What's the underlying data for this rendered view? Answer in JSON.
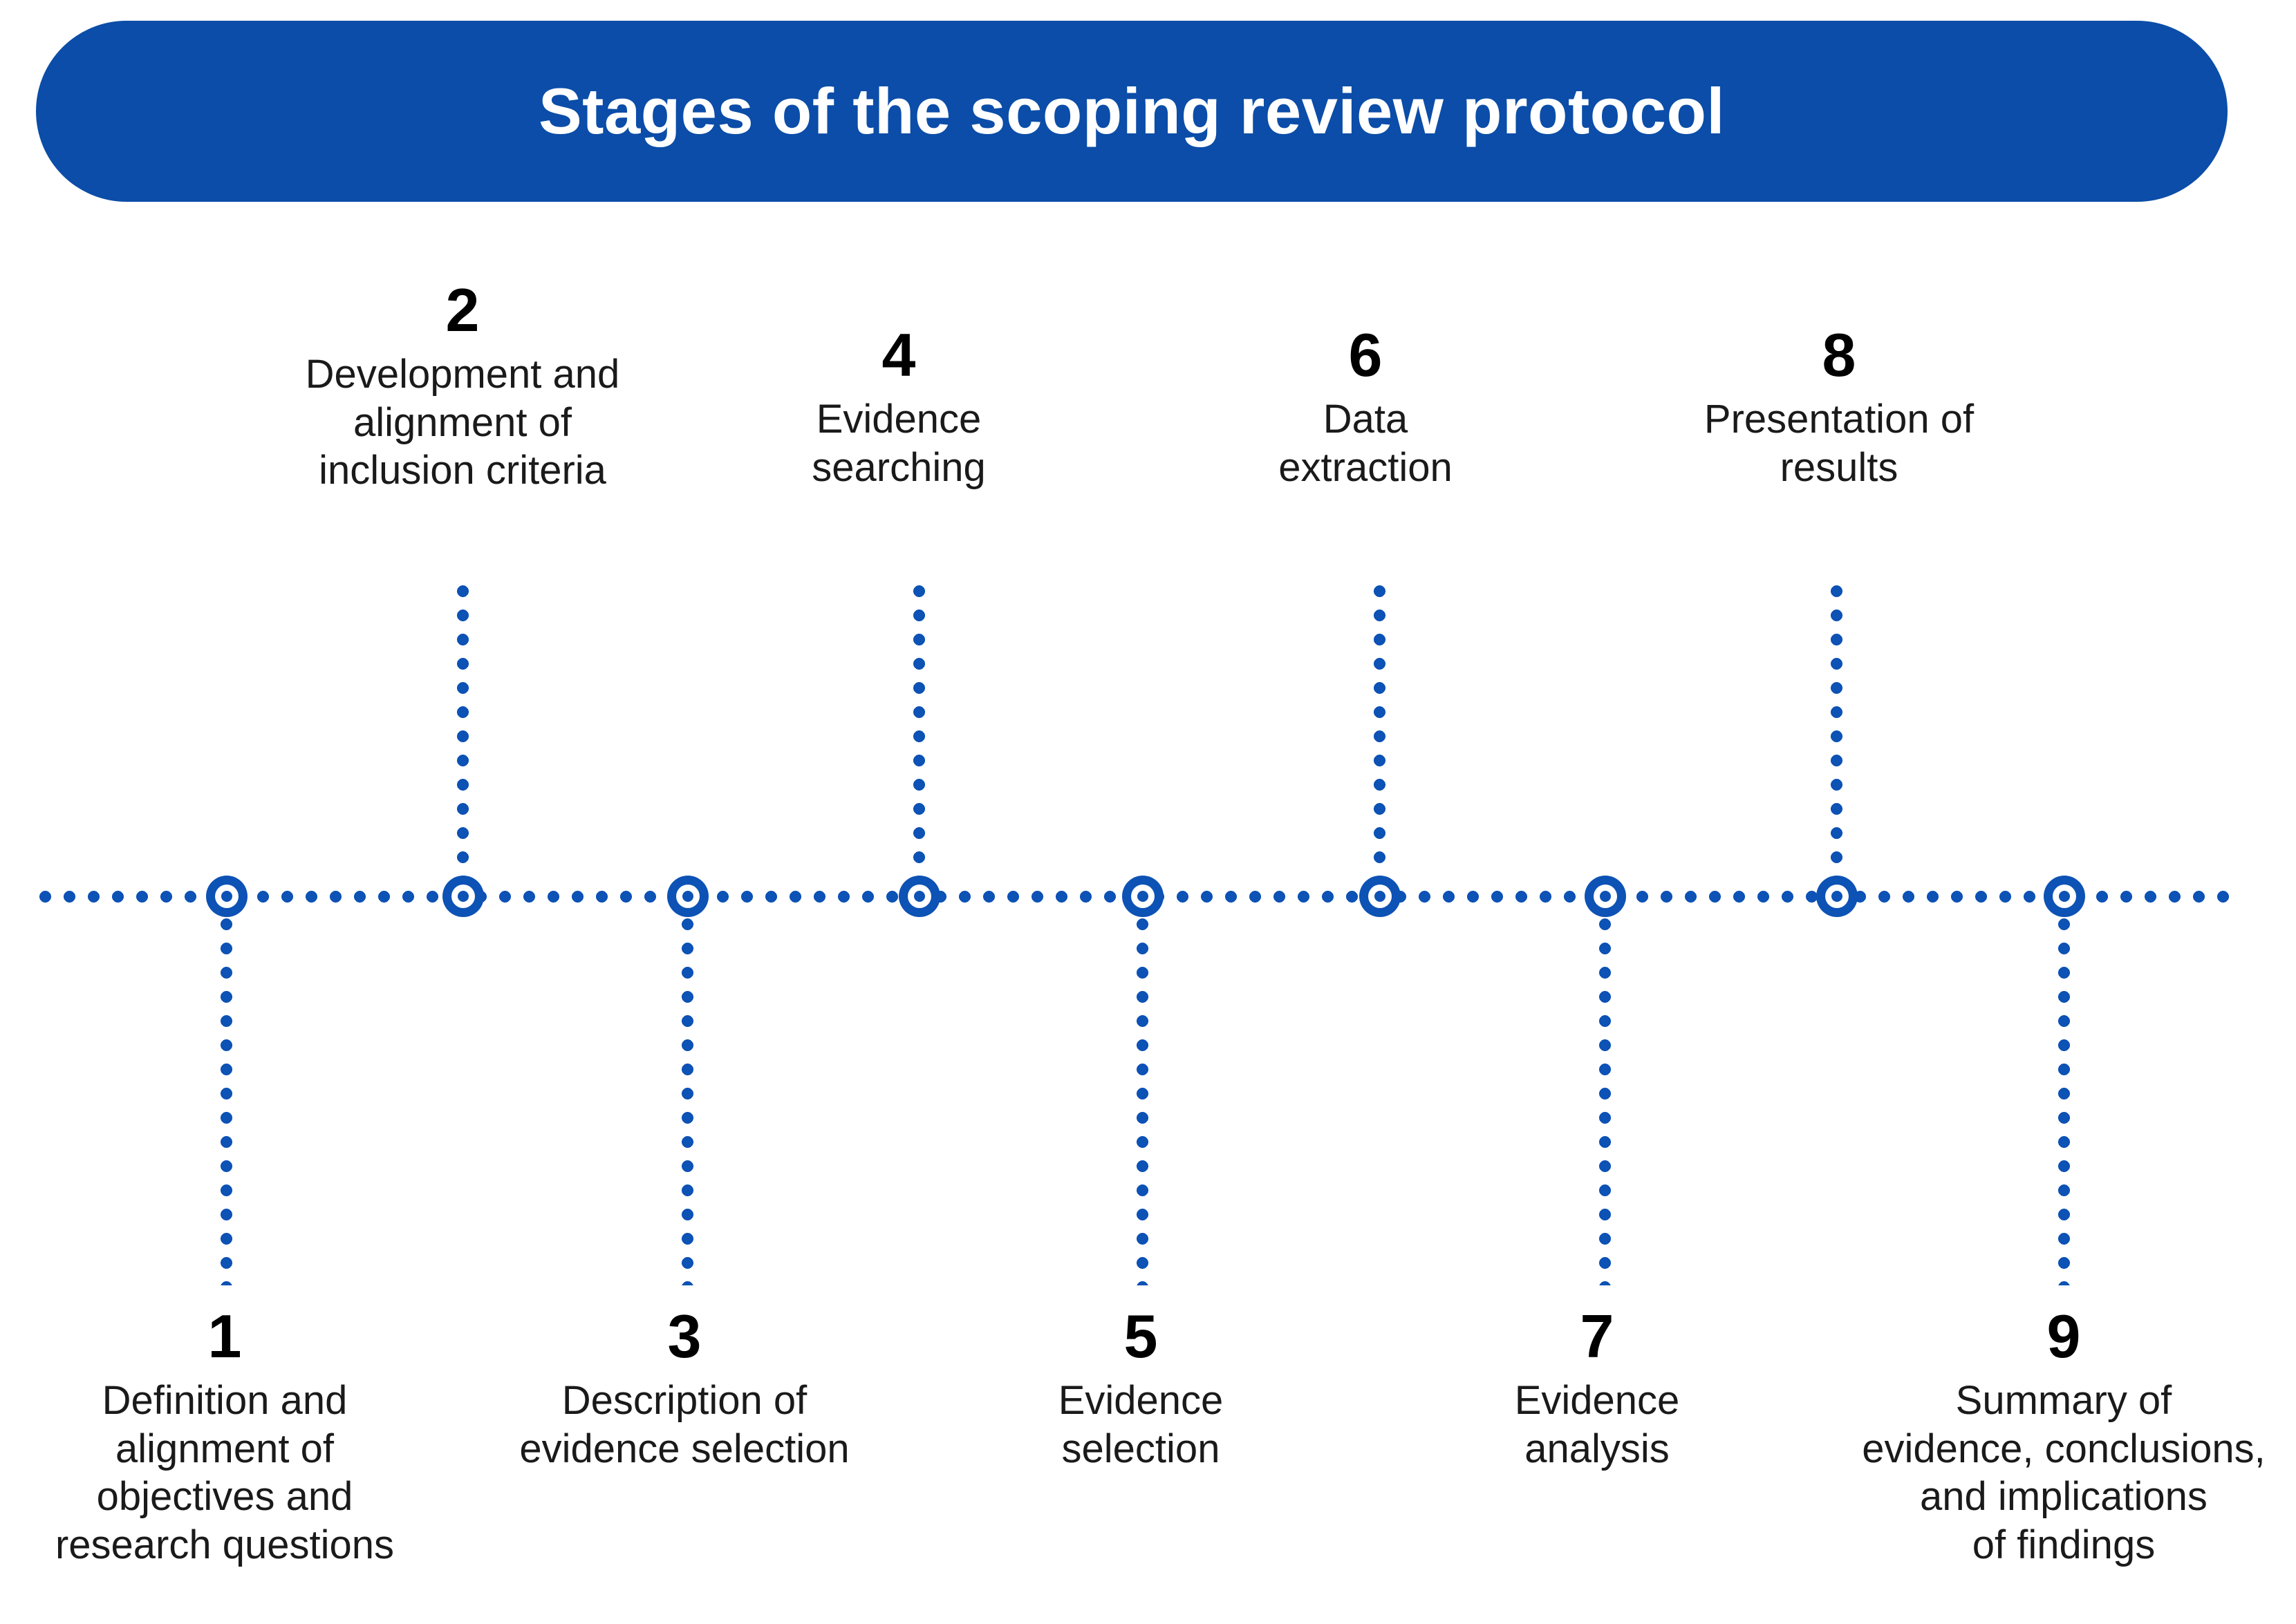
{
  "banner": {
    "title": "Stages of the scoping review protocol",
    "background_color": "#0B4DA8",
    "text_color": "#FFFFFF"
  },
  "theme": {
    "line_color": "#0D52B5",
    "node_fill": "#0D52B5",
    "node_ring": "#FFFFFF",
    "label_color": "#000000",
    "page_background": "#FFFFFF"
  },
  "timeline": {
    "orientation": "horizontal",
    "node_count": 9,
    "stages": [
      {
        "number": "1",
        "label": "Definition and\nalignment of\nobjectives and\nresearch questions",
        "position": "below"
      },
      {
        "number": "2",
        "label": "Development and\nalignment of\ninclusion criteria",
        "position": "above"
      },
      {
        "number": "3",
        "label": "Description of\nevidence selection",
        "position": "below"
      },
      {
        "number": "4",
        "label": "Evidence\nsearching",
        "position": "above"
      },
      {
        "number": "5",
        "label": "Evidence\nselection",
        "position": "below"
      },
      {
        "number": "6",
        "label": "Data\nextraction",
        "position": "above"
      },
      {
        "number": "7",
        "label": "Evidence\nanalysis",
        "position": "below"
      },
      {
        "number": "8",
        "label": "Presentation of\nresults",
        "position": "above"
      },
      {
        "number": "9",
        "label": "Summary of\nevidence, conclusions,\nand implications\nof findings",
        "position": "below"
      }
    ]
  }
}
